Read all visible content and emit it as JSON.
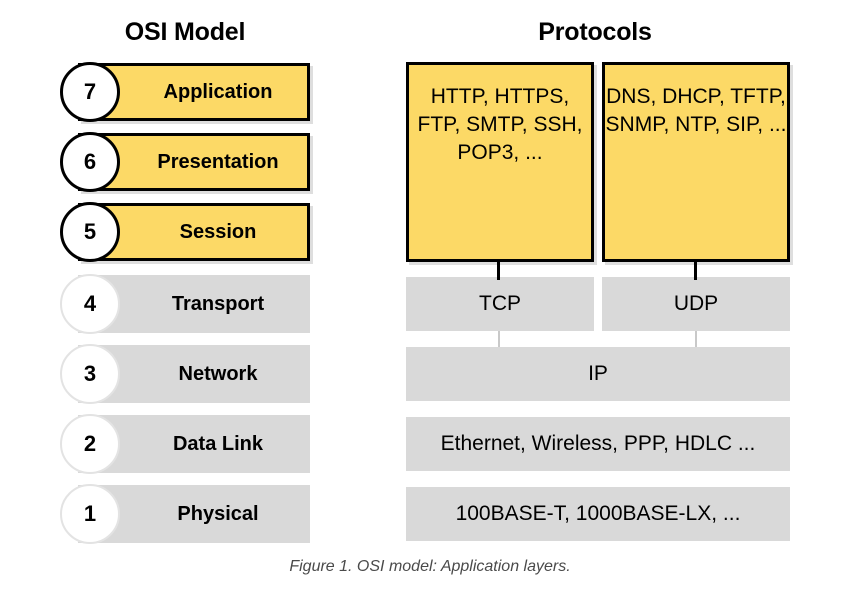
{
  "figure": {
    "caption": "Figure 1. OSI model: Application layers."
  },
  "columns": {
    "osi_title": "OSI Model",
    "protocols_title": "Protocols"
  },
  "colors": {
    "highlight": "#FCD966",
    "neutral": "#D9D9D9",
    "border": "#000000",
    "background": "#FFFFFF",
    "caption_text": "#4A4A4A"
  },
  "layers": [
    {
      "number": "7",
      "name": "Application",
      "style": "yellow"
    },
    {
      "number": "6",
      "name": "Presentation",
      "style": "yellow"
    },
    {
      "number": "5",
      "name": "Session",
      "style": "yellow"
    },
    {
      "number": "4",
      "name": "Transport",
      "style": "grey"
    },
    {
      "number": "3",
      "name": "Network",
      "style": "grey"
    },
    {
      "number": "2",
      "name": "Data Link",
      "style": "grey"
    },
    {
      "number": "1",
      "name": "Physical",
      "style": "grey"
    }
  ],
  "protocols": {
    "application_left": "HTTP, HTTPS, FTP, SMTP, SSH, POP3, ...",
    "application_right": "DNS, DHCP, TFTP, SNMP, NTP, SIP, ...",
    "transport_left": "TCP",
    "transport_right": "UDP",
    "network": "IP",
    "data_link": "Ethernet, Wireless, PPP, HDLC ...",
    "physical": "100BASE-T, 1000BASE-LX, ..."
  }
}
